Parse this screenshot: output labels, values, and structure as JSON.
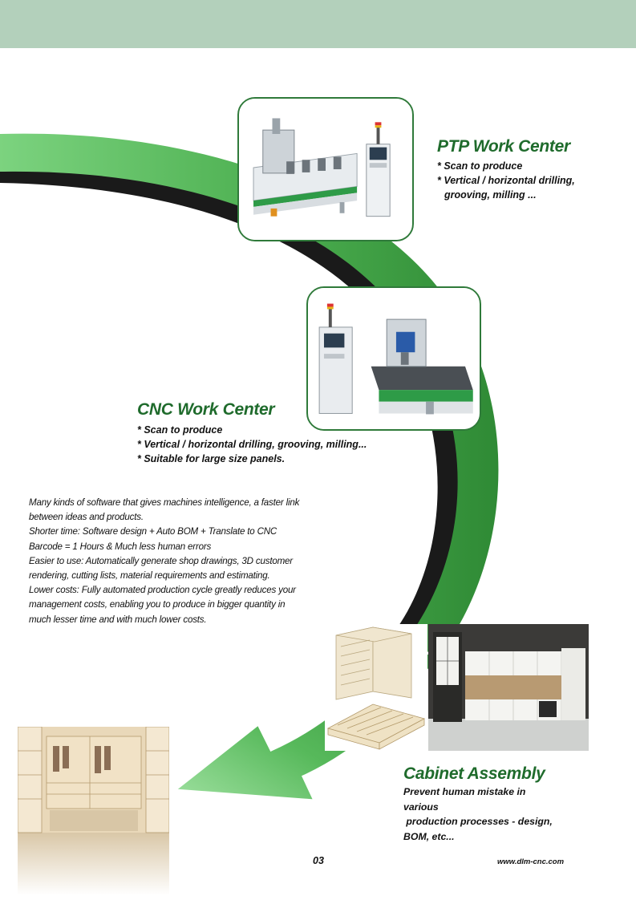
{
  "ptp": {
    "title": "PTP Work Center",
    "bullets": [
      "* Scan to produce",
      "* Vertical / horizontal drilling,",
      "grooving, milling ..."
    ]
  },
  "cnc": {
    "title": "CNC Work Center",
    "bullets": [
      "* Scan to produce",
      "* Vertical / horizontal drilling, grooving, milling...",
      "* Suitable for large size panels."
    ]
  },
  "software_text": {
    "lines": [
      "Many kinds of software that gives machines intelligence, a faster link",
      "between ideas and products.",
      "Shorter time:  Software design + Auto BOM + Translate to CNC",
      "Barcode = 1 Hours & Much less human errors",
      "Easier to use: Automatically generate shop drawings, 3D customer",
      "rendering, cutting lists, material requirements and estimating.",
      "Lower costs: Fully automated production cycle greatly reduces your",
      "management costs, enabling you to produce in bigger quantity in",
      "much lesser time and with much lower costs."
    ]
  },
  "cabinet": {
    "title": "Cabinet Assembly",
    "lines": [
      "Prevent human mistake in",
      "various",
      " production processes - design,",
      "BOM, etc..."
    ]
  },
  "footer": {
    "page_number": "03",
    "website": "www.dlm-cnc.com"
  },
  "colors": {
    "band": "#b3d0bb",
    "arc_green": "#4caf50",
    "arc_dark": "#1a1a1a",
    "heading_green": "#1f6b2c"
  }
}
